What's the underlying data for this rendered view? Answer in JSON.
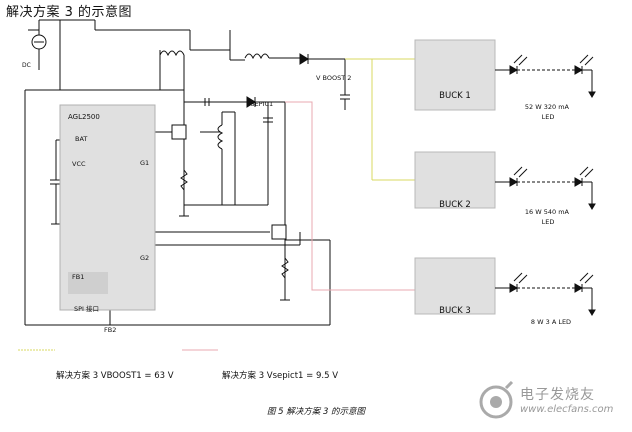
{
  "title": "解决方案 3 的示意图",
  "labels": {
    "dc": "DC",
    "chip": "AGL2500",
    "bat": "BAT",
    "vcc": "VCC",
    "g1": "G1",
    "g2": "G2",
    "fb1": "FB1",
    "spi": "SPI 接口",
    "fb2": "FB2",
    "vsepic": "VSEPIC1",
    "vboost": "V BOOST 2"
  },
  "buck": [
    "BUCK 1",
    "BUCK 2",
    "BUCK 3"
  ],
  "led_labels": [
    "52 W 320 mA\nLED",
    "16 W 540 mA\nLED",
    "8 W 3 A LED"
  ],
  "legend": {
    "left": "解决方案 3 VBOOST1 = 63 V",
    "right": "解决方案 3 Vsepict1 = 9.5 V"
  },
  "caption": "图 5 解决方案 3 的示意图",
  "watermark": {
    "title": "电子发烧友",
    "url": "www.elecfans.com"
  },
  "colors": {
    "wire": "#111111",
    "yellow_wire": "#d8d860",
    "pink_wire": "#e8a8b0",
    "box_fill": "#e0e0e0",
    "box_stroke": "#b8b8b8"
  }
}
